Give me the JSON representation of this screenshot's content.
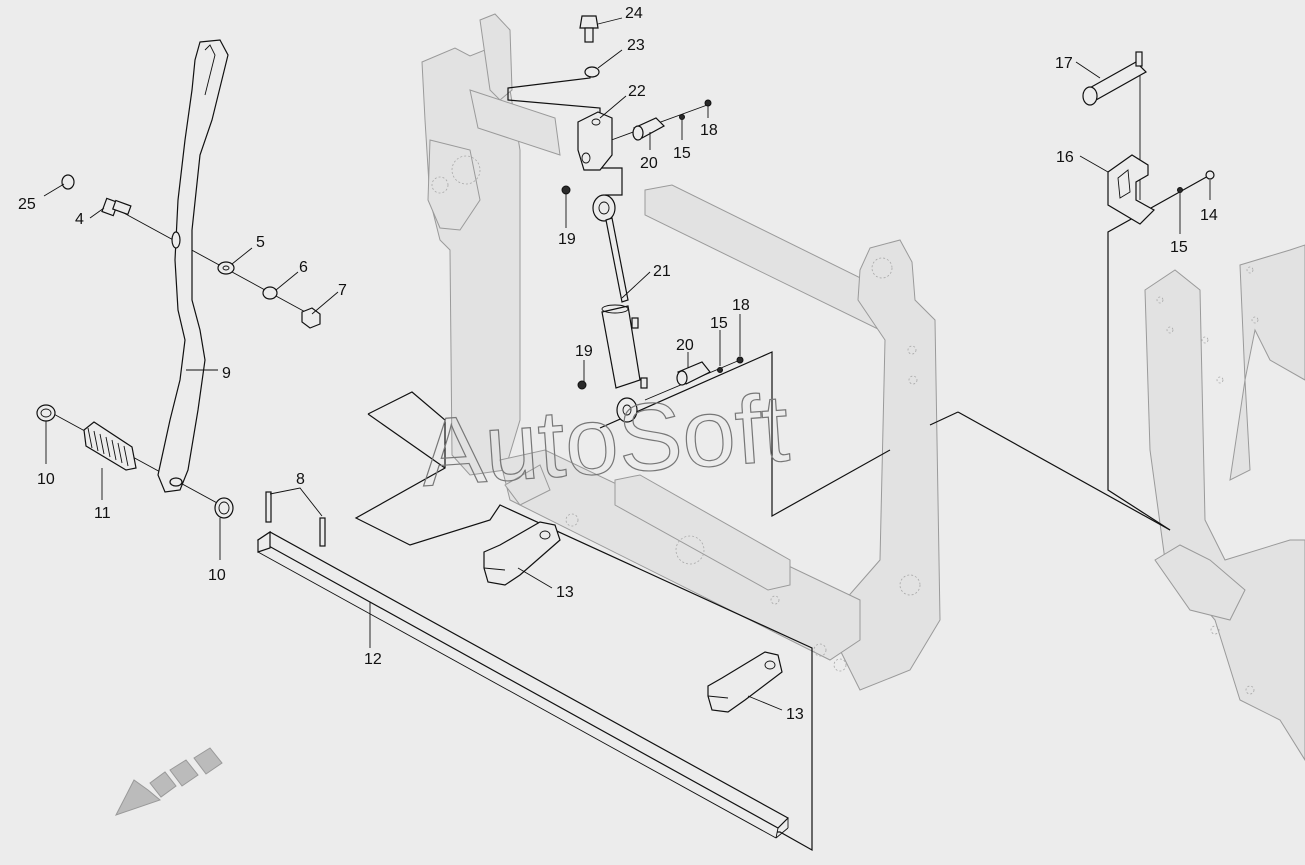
{
  "diagram": {
    "watermark": "AutoSoft",
    "callouts": [
      {
        "id": "c24",
        "text": "24"
      },
      {
        "id": "c23",
        "text": "23"
      },
      {
        "id": "c22",
        "text": "22"
      },
      {
        "id": "c18a",
        "text": "18"
      },
      {
        "id": "c20a",
        "text": "20"
      },
      {
        "id": "c15a",
        "text": "15"
      },
      {
        "id": "c19a",
        "text": "19"
      },
      {
        "id": "c21",
        "text": "21"
      },
      {
        "id": "c18b",
        "text": "18"
      },
      {
        "id": "c15b",
        "text": "15"
      },
      {
        "id": "c20b",
        "text": "20"
      },
      {
        "id": "c19b",
        "text": "19"
      },
      {
        "id": "c17",
        "text": "17"
      },
      {
        "id": "c16",
        "text": "16"
      },
      {
        "id": "c14",
        "text": "14"
      },
      {
        "id": "c15c",
        "text": "15"
      },
      {
        "id": "c25",
        "text": "25"
      },
      {
        "id": "c4",
        "text": "4"
      },
      {
        "id": "c5",
        "text": "5"
      },
      {
        "id": "c6",
        "text": "6"
      },
      {
        "id": "c7",
        "text": "7"
      },
      {
        "id": "c9",
        "text": "9"
      },
      {
        "id": "c10a",
        "text": "10"
      },
      {
        "id": "c11",
        "text": "11"
      },
      {
        "id": "c10b",
        "text": "10"
      },
      {
        "id": "c8",
        "text": "8"
      },
      {
        "id": "c12",
        "text": "12"
      },
      {
        "id": "c13a",
        "text": "13"
      },
      {
        "id": "c13b",
        "text": "13"
      }
    ]
  }
}
